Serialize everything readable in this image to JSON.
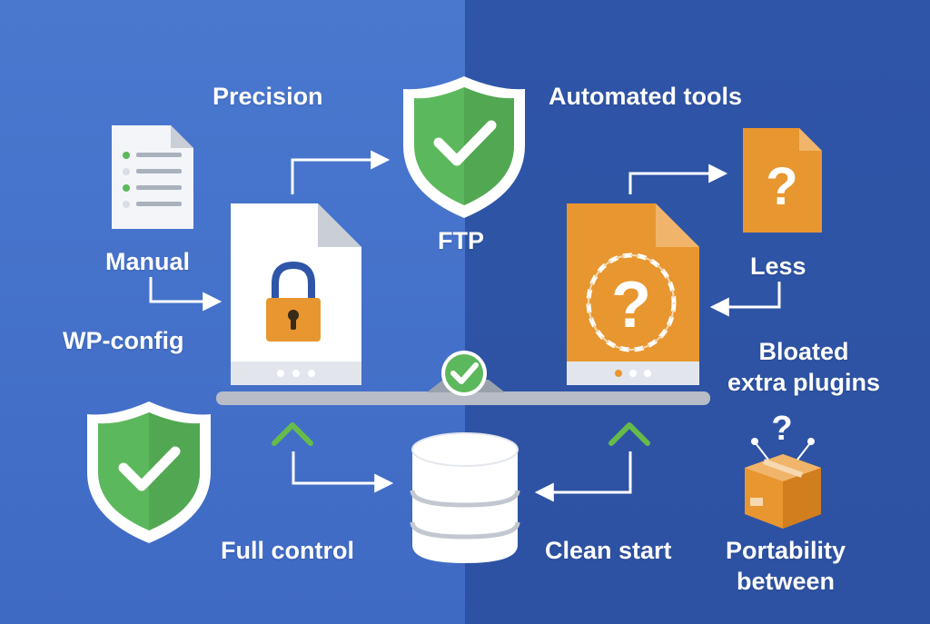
{
  "labels": {
    "precision": "Precision",
    "automated_tools": "Automated tools",
    "manual": "Manual",
    "wp_config": "WP-config",
    "ftp": "FTP",
    "less": "Less",
    "bloated_line1": "Bloated",
    "bloated_line2": "extra plugins",
    "full_control": "Full control",
    "clean_start": "Clean start",
    "portability_line1": "Portability",
    "portability_line2": "between"
  },
  "icons": {
    "shield_top": "shield-check-icon",
    "shield_bottom": "shield-check-icon",
    "document_list": "document-list-icon",
    "locked_file": "locked-file-icon",
    "chain_file": "chained-question-file-icon",
    "question_doc": "question-document-icon",
    "database": "database-icon",
    "balance_pivot": "check-badge-icon",
    "box": "package-question-icon"
  },
  "colors": {
    "bg_left": "#4a78cf",
    "bg_right": "#2f55a8",
    "shield_green": "#5cb85c",
    "file_orange": "#e8962f",
    "arrow_green": "#66bb4a",
    "beam_gray": "#b7bcc6",
    "white": "#ffffff"
  }
}
